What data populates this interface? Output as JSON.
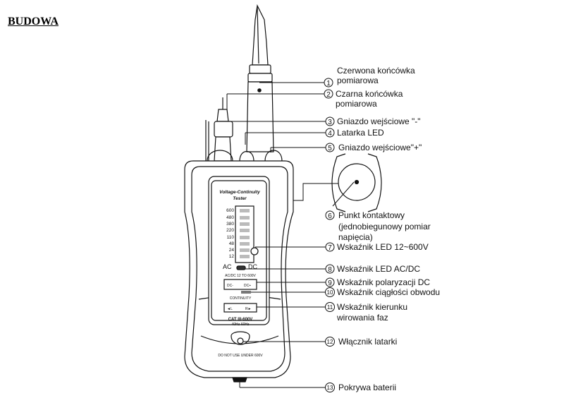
{
  "heading": "BUDOWA",
  "callouts": [
    {
      "num": "1",
      "lines": [
        "Czerwona końcówka",
        "pomiarowa"
      ]
    },
    {
      "num": "2",
      "lines": [
        "Czarna końcówka",
        "pomiarowa"
      ]
    },
    {
      "num": "3",
      "lines": [
        "Gniazdo wejściowe \"-\""
      ]
    },
    {
      "num": "4",
      "lines": [
        "Latarka LED"
      ]
    },
    {
      "num": "5",
      "lines": [
        "Gniazdo wejściowe\"+\""
      ]
    },
    {
      "num": "6",
      "lines": [
        "Punkt kontaktowy",
        "(jednobiegunowy pomiar",
        "napięcia)"
      ]
    },
    {
      "num": "7",
      "lines": [
        "Wskaźnik LED 12~600V"
      ]
    },
    {
      "num": "8",
      "lines": [
        "Wskaźnik LED AC/DC"
      ]
    },
    {
      "num": "9",
      "lines": [
        "Wskaźnik polaryzacji DC"
      ]
    },
    {
      "num": "10",
      "lines": [
        "Wskaźnik ciągłości obwodu"
      ]
    },
    {
      "num": "11",
      "lines": [
        "Wskaźnik kierunku",
        "wirowania faz"
      ]
    },
    {
      "num": "12",
      "lines": [
        "Włącznik latarki"
      ]
    },
    {
      "num": "13",
      "lines": [
        "Pokrywa baterii"
      ]
    }
  ],
  "device": {
    "title_line1": "Voltage-Continuity",
    "title_line2": "Tester",
    "scale": [
      "600",
      "480",
      "380",
      "220",
      "110",
      "48",
      "24",
      "12"
    ],
    "ac_label": "AC",
    "dc_label": "DC",
    "ac_dc_range": "AC/DC 12 TO 600V",
    "dc_minus": "DC-",
    "dc_plus": "DC+",
    "continuity": "CONTINUITY",
    "phase_l": "◄L",
    "phase_r": "R►",
    "cat_rating": "CAT III-600V",
    "freq": "40Hz-60Hz",
    "warning": "DO NOT USE UNDER 600V"
  }
}
